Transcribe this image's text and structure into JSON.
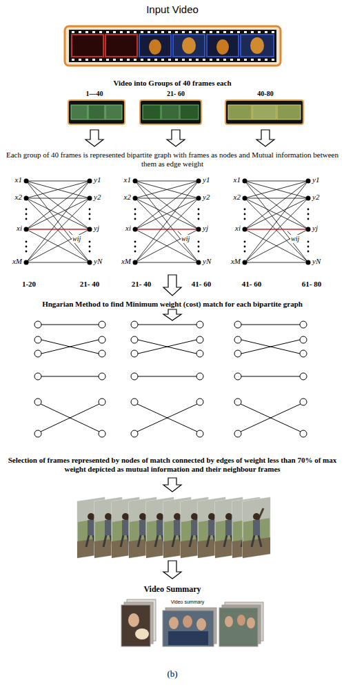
{
  "diagram": {
    "title": "Input Video",
    "caption": "(b)",
    "labels": [
      "Video into Groups of 40 frames each",
      "1—40",
      "21- 60",
      "40-80",
      "Each group of 40 frames is represented bipartite graph with frames as nodes and Mutual information between them as edge weight",
      "x1",
      "x2",
      "xi",
      "xM",
      "y1",
      "y2",
      "yj",
      "yN",
      "wij",
      "x1",
      "x2",
      "xi",
      "xM",
      "y1",
      "y2",
      "yj",
      "yN",
      "wij",
      "x1",
      "x2",
      "xi",
      "xM",
      "y1",
      "y2",
      "yj",
      "yN",
      "wij",
      "1-20",
      "21- 40",
      "21- 40",
      "41- 60",
      "41- 60",
      "61- 80",
      "Hngarian Method to find Minimum weight (cost) match for each bipartite graph",
      "Selection of frames represented by nodes of match  connected by edges of weight less than 70% of max  weight depicted as mutual information and their neighbour frames",
      "Video Summary",
      "Video summary"
    ]
  }
}
